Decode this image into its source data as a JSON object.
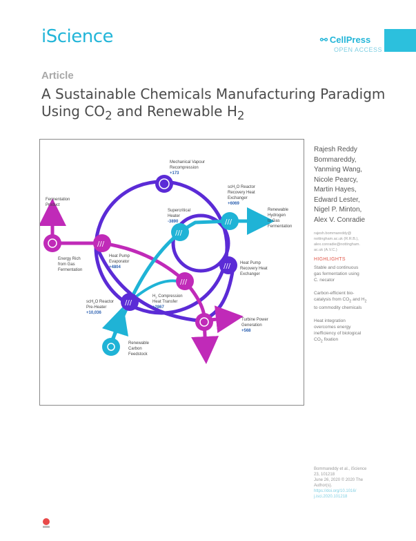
{
  "header": {
    "journal": "iScience",
    "publisher": "CellPress",
    "open_access": "OPEN ACCESS"
  },
  "article": {
    "type": "Article",
    "title_part1": "A Sustainable Chemicals Manufacturing Paradigm",
    "title_part2": "Using CO",
    "title_sub1": "2",
    "title_part3": " and Renewable H",
    "title_sub2": "2"
  },
  "graphic": {
    "labels": {
      "mvr_1": "Mechanical Vapour",
      "mvr_2": "Recompression",
      "mvr_val": "+173",
      "sco_1": "scH",
      "sco_1b": "O Reactor",
      "sco_2": "Recovery Heat",
      "sco_3": "Exchanger",
      "sco_val": "+6069",
      "fp_1": "Fermentation",
      "fp_2": "Product",
      "sh_1": "Supercritical",
      "sh_2": "Heater",
      "sh_val": "-3890",
      "rh_1": "Renewable",
      "rh_2": "Hydrogen",
      "rh_3": "to Gas",
      "rh_4": "Fermentation",
      "er_1": "Energy Rich",
      "er_2": "from Gas",
      "er_3": "Fermentation",
      "hpe_1": "Heat Pump",
      "hpe_2": "Evaporator",
      "hpe_val": "+4804",
      "hpr_1": "Heat Pump",
      "hpr_2": "Recovery Heat",
      "hpr_3": "Exchanger",
      "hc_1": "H",
      "hc_1b": " Compression",
      "hc_2": "Heat Transfer",
      "hc_val": "+2867",
      "scp_1": "scH",
      "scp_1b": "O Reactor",
      "scp_2": "Pre-Heater",
      "scp_val": "+10,036",
      "tp_1": "Turbine Power",
      "tp_2": "Generation",
      "tp_val": "+568",
      "rc_1": "Renewable",
      "rc_2": "Carbon",
      "rc_3": "Feedstock"
    }
  },
  "sidebar": {
    "authors": [
      "Rajesh Reddy",
      "Bommareddy,",
      "Yanming Wang,",
      "Nicole Pearcy,",
      "Martin Hayes,",
      "Edward Lester,",
      "Nigel P. Minton,",
      "Alex V. Conradie"
    ],
    "emails": [
      "rajesh.bommareddy@",
      "nottingham.ac.uk (R.R.B.),",
      "alex.conradie@nottingham.",
      "ac.uk (A.V.C.)"
    ],
    "highlights_title": "HIGHLIGHTS",
    "highlight1": [
      "Stable and continuous",
      "gas fermentation using",
      "C. necator"
    ],
    "highlight2_l1": "Carbon-efficient bio-",
    "highlight2_l2a": "catalysis from CO",
    "highlight2_l2b": "2",
    "highlight2_l2c": " and H",
    "highlight2_l2d": "2",
    "highlight2_l3": "to commodity chemicals",
    "highlight3_l1": "Heat integration",
    "highlight3_l2": "overcomes energy",
    "highlight3_l3": "inefficiency of biological",
    "highlight3_l4a": "CO",
    "highlight3_l4b": "2",
    "highlight3_l4c": " fixation"
  },
  "citation": {
    "line1": "Bommareddy et al., iScience",
    "line2": "23, 101218",
    "line3": "June 26, 2020 © 2020 The",
    "line4": "Author(s).",
    "doi1": "https://doi.org/10.1016/",
    "doi2": "j.isci.2020.101218"
  },
  "colors": {
    "teal": "#22b5d8",
    "purple": "#5b2bd6",
    "magenta": "#c02ab8",
    "cyan": "#1fb3d6"
  }
}
